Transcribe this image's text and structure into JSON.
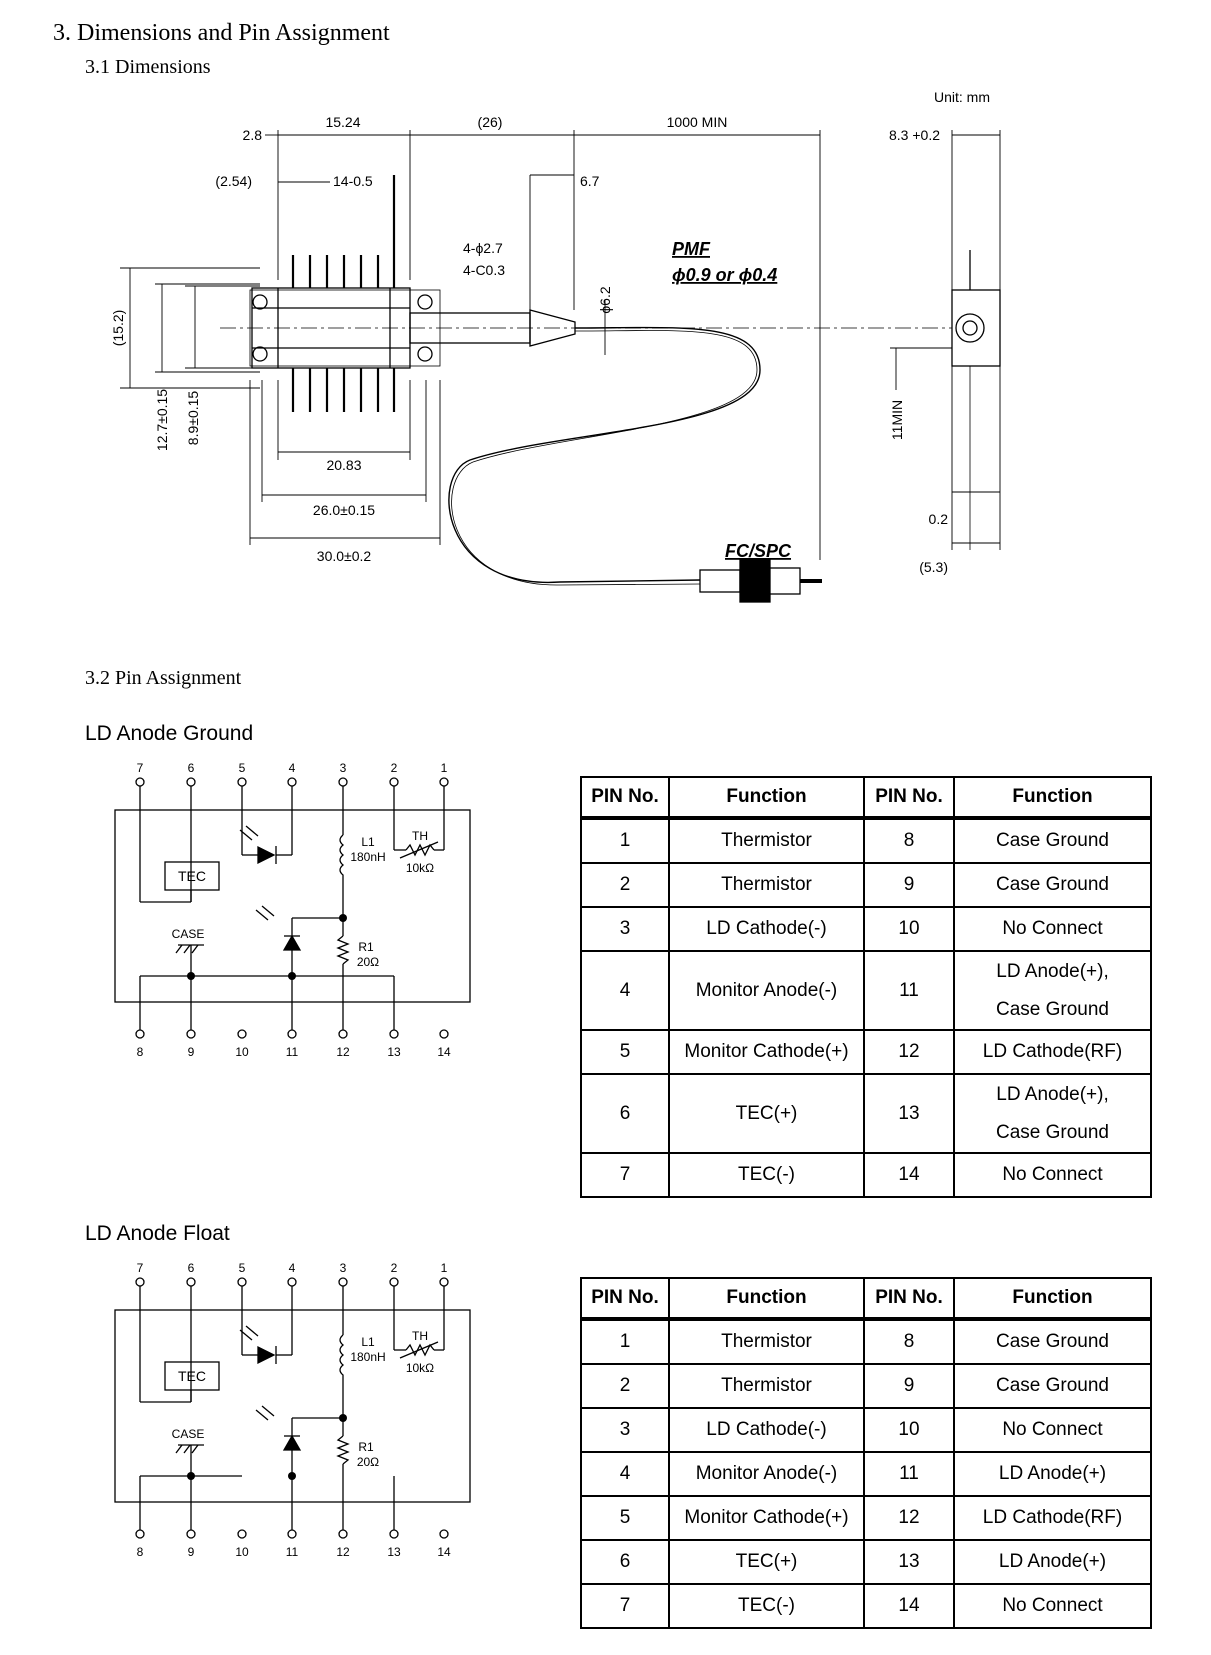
{
  "headings": {
    "section": "3. Dimensions and Pin Assignment",
    "dimensions": "3.1 Dimensions",
    "pin_assignment": "3.2 Pin Assignment"
  },
  "drawing": {
    "unit": "Unit: mm",
    "dim_2_8": "2.8",
    "dim_15_24": "15.24",
    "dim_26": "(26)",
    "dim_1000": "1000 MIN",
    "dim_8_3": "8.3 +0.2",
    "dim_2_54": "(2.54)",
    "dim_14_05": "14-0.5",
    "dim_6_7": "6.7",
    "dim_holes": "4-ϕ2.7",
    "dim_chamfer": "4-C0.3",
    "dim_phi62": "ϕ6.2",
    "fiber_type": "PMF",
    "fiber_dia": "ϕ0.9 or ϕ0.4",
    "dim_15_2": "(15.2)",
    "dim_12_7": "12.7±0.15",
    "dim_8_9": "8.9±0.15",
    "dim_20_83": "20.83",
    "dim_26_0": "26.0±0.15",
    "dim_30_0": "30.0±0.2",
    "connector": "FC/SPC",
    "dim_11min": "11MIN",
    "dim_0_2": "0.2",
    "dim_5_3": "(5.3)"
  },
  "schematic": {
    "top_pins": [
      "7",
      "6",
      "5",
      "4",
      "3",
      "2",
      "1"
    ],
    "bottom_pins": [
      "8",
      "9",
      "10",
      "11",
      "12",
      "13",
      "14"
    ],
    "tec": "TEC",
    "case": "CASE",
    "l1": "L1",
    "l1_value": "180nH",
    "th": "TH",
    "th_value": "10kΩ",
    "r1": "R1",
    "r1_value": "20Ω"
  },
  "ground": {
    "title": "LD Anode Ground",
    "headers": [
      "PIN No.",
      "Function",
      "PIN No.",
      "Function"
    ],
    "rows": [
      {
        "p1": "1",
        "f1": "Thermistor",
        "p2": "8",
        "f2": "Case Ground"
      },
      {
        "p1": "2",
        "f1": "Thermistor",
        "p2": "9",
        "f2": "Case Ground"
      },
      {
        "p1": "3",
        "f1": "LD Cathode(-)",
        "p2": "10",
        "f2": "No Connect"
      },
      {
        "p1": "4",
        "f1": "Monitor Anode(-)",
        "p2": "11",
        "f2a": "LD Anode(+),",
        "f2b": "Case Ground"
      },
      {
        "p1": "5",
        "f1": "Monitor Cathode(+)",
        "p2": "12",
        "f2": "LD Cathode(RF)"
      },
      {
        "p1": "6",
        "f1": "TEC(+)",
        "p2": "13",
        "f2a": "LD Anode(+),",
        "f2b": "Case Ground"
      },
      {
        "p1": "7",
        "f1": "TEC(-)",
        "p2": "14",
        "f2": "No Connect"
      }
    ]
  },
  "float": {
    "title": "LD Anode Float",
    "headers": [
      "PIN No.",
      "Function",
      "PIN No.",
      "Function"
    ],
    "rows": [
      {
        "p1": "1",
        "f1": "Thermistor",
        "p2": "8",
        "f2": "Case Ground"
      },
      {
        "p1": "2",
        "f1": "Thermistor",
        "p2": "9",
        "f2": "Case Ground"
      },
      {
        "p1": "3",
        "f1": "LD Cathode(-)",
        "p2": "10",
        "f2": "No Connect"
      },
      {
        "p1": "4",
        "f1": "Monitor Anode(-)",
        "p2": "11",
        "f2": "LD Anode(+)"
      },
      {
        "p1": "5",
        "f1": "Monitor Cathode(+)",
        "p2": "12",
        "f2": "LD Cathode(RF)"
      },
      {
        "p1": "6",
        "f1": "TEC(+)",
        "p2": "13",
        "f2": "LD Anode(+)"
      },
      {
        "p1": "7",
        "f1": "TEC(-)",
        "p2": "14",
        "f2": "No Connect"
      }
    ]
  }
}
